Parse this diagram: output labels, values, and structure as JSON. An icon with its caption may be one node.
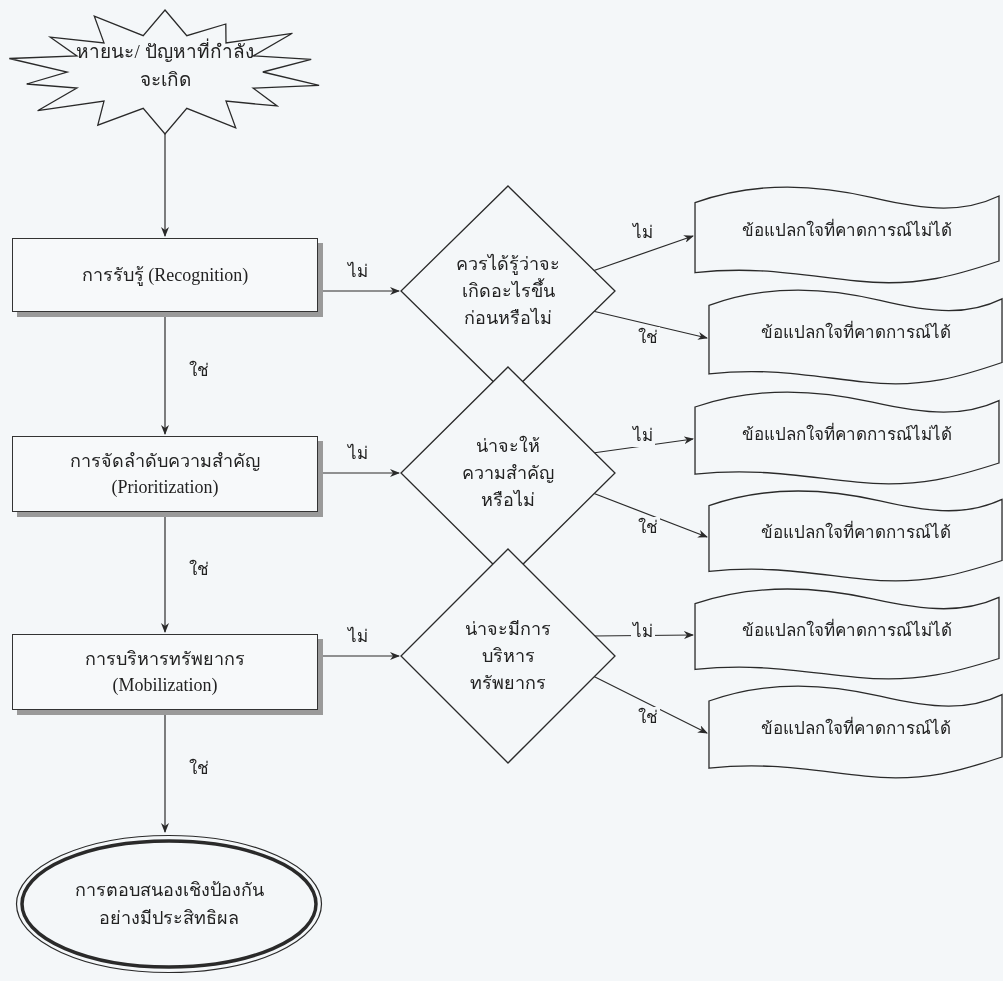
{
  "diagram": {
    "nodes": [
      {
        "text": [
          "หายนะ/ ปัญหาที่กำลังจะเกิด"
        ]
      },
      {
        "text": [
          "การรับรู้ (Recognition)"
        ]
      },
      {
        "text": [
          "ควรได้รู้ว่าจะ เกิดอะไรขึ้น ก่อนหรือไม่"
        ]
      },
      {
        "text": [
          "ข้อแปลกใจที่คาดการณ์ไม่ได้"
        ]
      },
      {
        "text": [
          "ข้อแปลกใจที่คาดการณ์ได้"
        ]
      },
      {
        "text": [
          "การจัดลำดับความสำคัญ (Prioritization)"
        ]
      },
      {
        "text": [
          "น่าจะให้ ความสำคัญ หรือไม่"
        ]
      },
      {
        "text": [
          "ข้อแปลกใจที่คาดการณ์ไม่ได้"
        ]
      },
      {
        "text": [
          "ข้อแปลกใจที่คาดการณ์ได้"
        ]
      },
      {
        "text": [
          "การบริหารทรัพยากร (Mobilization)"
        ]
      },
      {
        "text": [
          "น่าจะมีการ บริหาร ทรัพยากร"
        ]
      },
      {
        "text": [
          "ข้อแปลกใจที่คาดการณ์ไม่ได้"
        ]
      },
      {
        "text": [
          "ข้อแปลกใจที่คาดการณ์ได้"
        ]
      },
      {
        "text": [
          "การตอบสนองเชิงป้องกัน อย่างมีประสิทธิผล"
        ]
      }
    ],
    "edges": [
      {
        "from": 0,
        "to": 1,
        "arrow": "to"
      },
      {
        "from": 1,
        "to": 2,
        "arrow": "to",
        "label": "ไม่"
      },
      {
        "from": 2,
        "to": 3,
        "arrow": "to",
        "label": "ไม่"
      },
      {
        "from": 2,
        "to": 4,
        "arrow": "to",
        "label": "ใช่"
      },
      {
        "from": 1,
        "to": 5,
        "arrow": "to",
        "label": "ใช่"
      },
      {
        "from": 5,
        "to": 6,
        "arrow": "to",
        "label": "ไม่"
      },
      {
        "from": 6,
        "to": 7,
        "arrow": "to",
        "label": "ไม่"
      },
      {
        "from": 6,
        "to": 8,
        "arrow": "to",
        "label": "ใช่"
      },
      {
        "from": 5,
        "to": 9,
        "arrow": "to",
        "label": "ใช่"
      },
      {
        "from": 9,
        "to": 10,
        "arrow": "to",
        "label": "ไม่"
      },
      {
        "from": 10,
        "to": 11,
        "arrow": "to",
        "label": "ไม่"
      },
      {
        "from": 10,
        "to": 12,
        "arrow": "to",
        "label": "ใช่"
      },
      {
        "from": 9,
        "to": 13,
        "arrow": "to",
        "label": "ใช่"
      }
    ]
  }
}
